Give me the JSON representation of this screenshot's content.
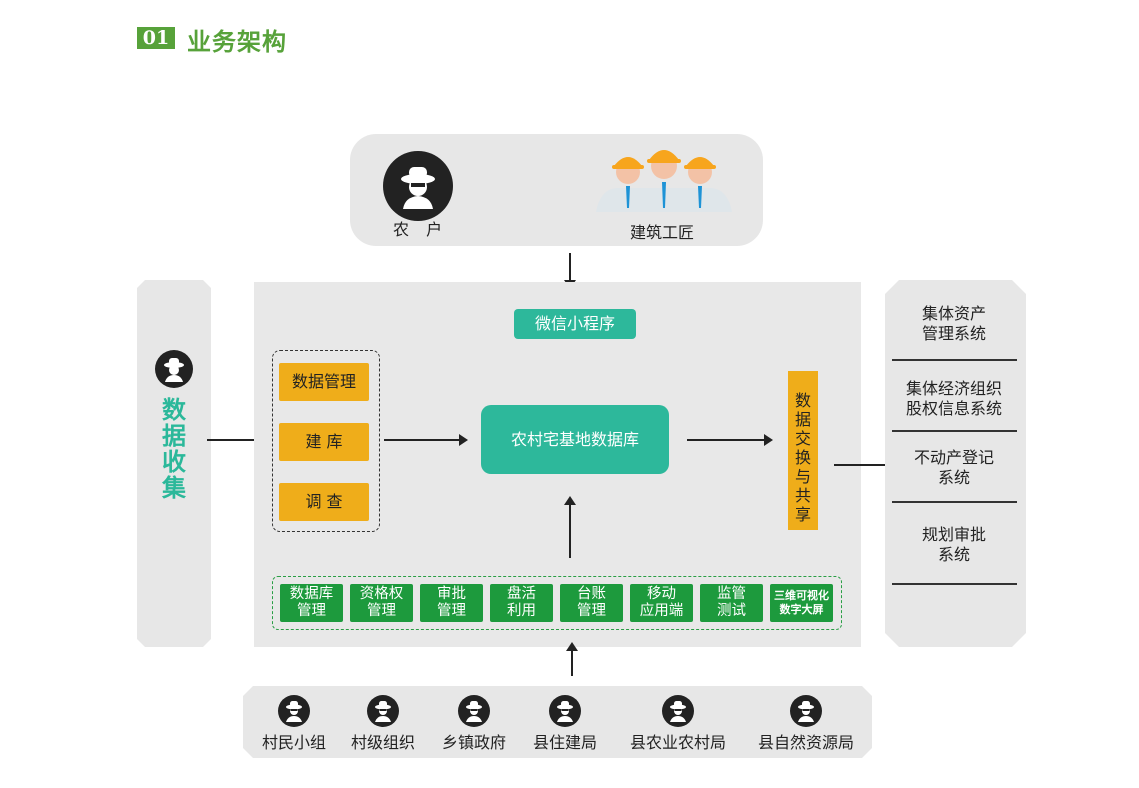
{
  "header": {
    "number": "01",
    "title": "业务架构"
  },
  "users": {
    "farmer": "农 户",
    "craftsmen": "建筑工匠"
  },
  "collect": {
    "label": "数据收集"
  },
  "main": {
    "wechat": "微信小程序",
    "left_modules": [
      "数据管理",
      "建 库",
      "调 查"
    ],
    "core_db": "农村宅基地数据库",
    "exchange": "数据交换与共享",
    "bottom_modules": [
      {
        "l1": "数据库",
        "l2": "管理"
      },
      {
        "l1": "资格权",
        "l2": "管理"
      },
      {
        "l1": "审批",
        "l2": "管理"
      },
      {
        "l1": "盘活",
        "l2": "利用"
      },
      {
        "l1": "台账",
        "l2": "管理"
      },
      {
        "l1": "移动",
        "l2": "应用端"
      },
      {
        "l1": "监管",
        "l2": "测试"
      },
      {
        "l1": "三维可视化",
        "l2": "数字大屏"
      }
    ]
  },
  "systems": [
    {
      "l1": "集体资产",
      "l2": "管理系统"
    },
    {
      "l1": "集体经济组织",
      "l2": "股权信息系统"
    },
    {
      "l1": "不动产登记",
      "l2": "系统"
    },
    {
      "l1": "规划审批",
      "l2": "系统"
    }
  ],
  "orgs": [
    "村民小组",
    "村级组织",
    "乡镇政府",
    "县住建局",
    "县农业农村局",
    "县自然资源局"
  ],
  "colors": {
    "green": "#57a23a",
    "teal": "#2db89b",
    "yellow": "#efad1a",
    "module_green": "#1d9a3d"
  }
}
